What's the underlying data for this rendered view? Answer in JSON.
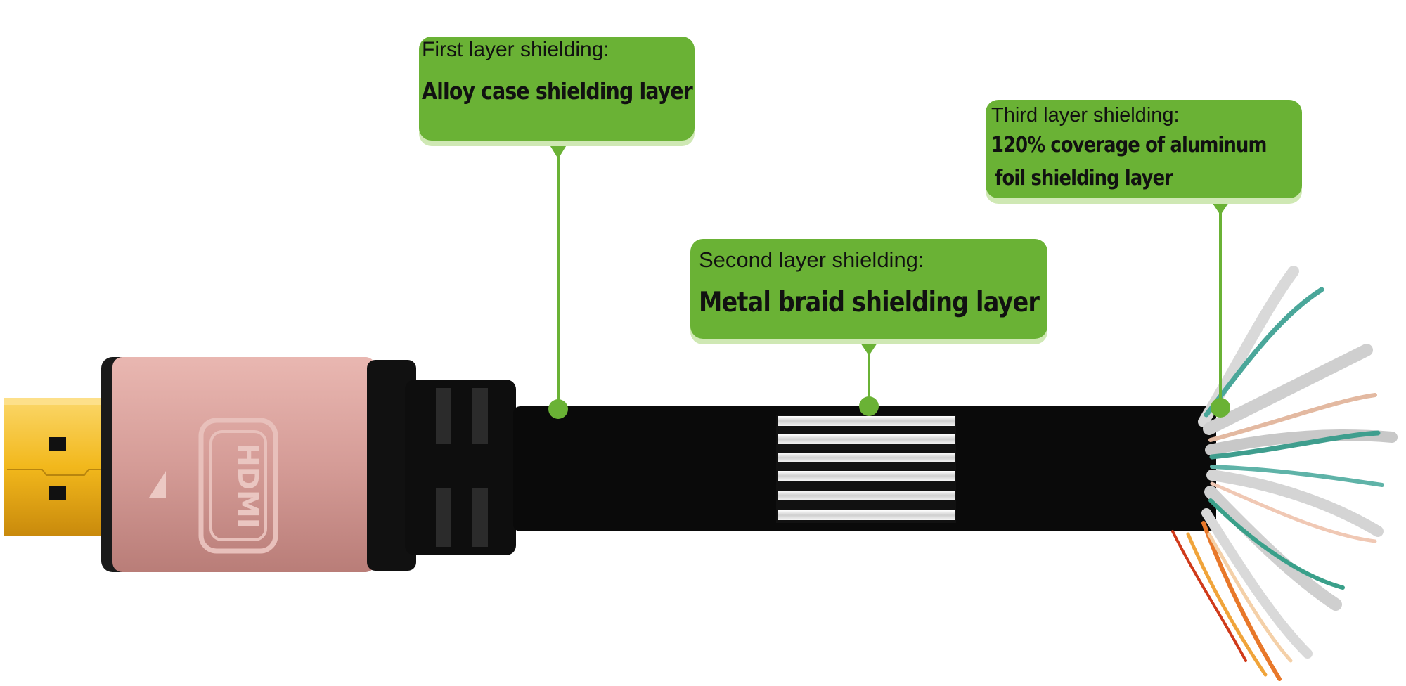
{
  "callouts": [
    {
      "heading": "First layer shielding:",
      "description": "Alloy case shielding layer"
    },
    {
      "heading": "Second layer shielding:",
      "description": "Metal braid shielding layer"
    },
    {
      "heading": "Third layer shielding:",
      "description_line1": "120% coverage of aluminum",
      "description_line2": "foil shielding layer"
    }
  ],
  "colors": {
    "callout_green": "#6ab235",
    "callout_shadow": "#cfe8b4",
    "cable_black": "#0a0a0a",
    "connector_pink": "#d59c97",
    "plug_gold": "#f2b81c",
    "braid_silver": "#e6e6e6"
  },
  "icons": [
    "hdmi-logo-icon",
    "arrow-triangle-icon"
  ]
}
